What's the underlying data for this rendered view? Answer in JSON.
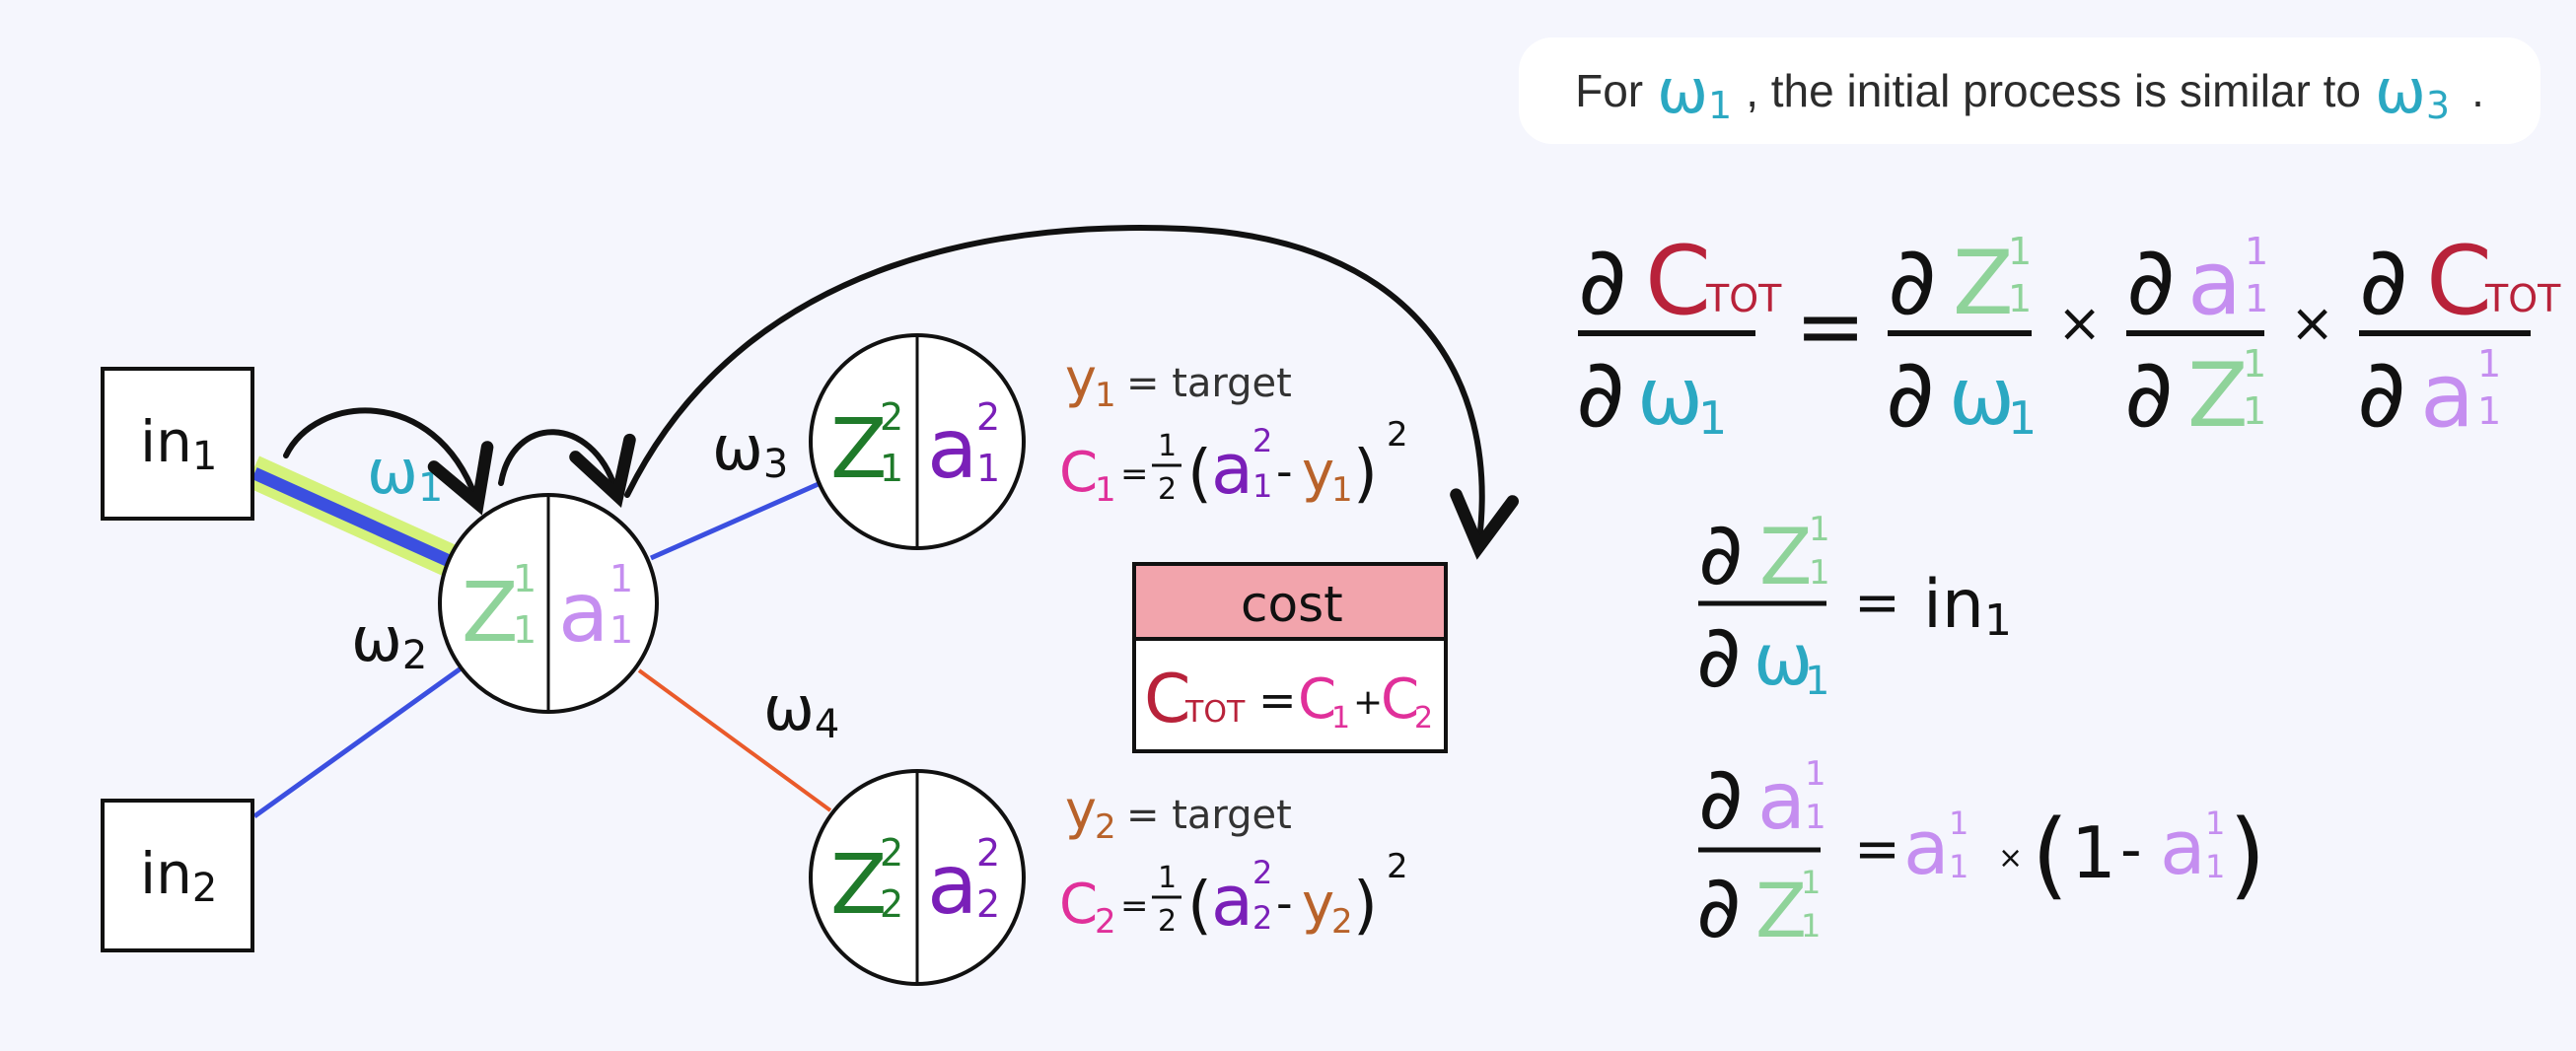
{
  "note": {
    "prefix": "For",
    "w1_base": "ω",
    "w1_sub": "1",
    "middle": ", the initial process is similar to",
    "w3_base": "ω",
    "w3_sub": "3",
    "end": "."
  },
  "network": {
    "inputs": [
      {
        "base": "in",
        "sub": "1"
      },
      {
        "base": "in",
        "sub": "2"
      }
    ],
    "weights": {
      "w1": {
        "base": "ω",
        "sub": "1"
      },
      "w2": {
        "base": "ω",
        "sub": "2"
      },
      "w3": {
        "base": "ω",
        "sub": "3"
      },
      "w4": {
        "base": "ω",
        "sub": "4"
      }
    },
    "hidden": {
      "z": "Z",
      "z_sup": "1",
      "z_sub": "1",
      "a": "a",
      "a_sup": "1",
      "a_sub": "1"
    },
    "out1": {
      "z": "Z",
      "z_sup": "2",
      "z_sub": "1",
      "a": "a",
      "a_sup": "2",
      "a_sub": "1"
    },
    "out2": {
      "z": "Z",
      "z_sup": "2",
      "z_sub": "2",
      "a": "a",
      "a_sup": "2",
      "a_sub": "2"
    }
  },
  "targets": [
    {
      "y": "y",
      "y_sub": "1",
      "eq": "= target",
      "c": "C",
      "c_sub": "1",
      "eq2": "=",
      "half_num": "1",
      "half_den": "2",
      "lp": "(",
      "a": "a",
      "a_sup": "2",
      "a_sub": "1",
      "minus": "-",
      "ty": "y",
      "ty_sub": "1",
      "rp": ")",
      "pow": "2"
    },
    {
      "y": "y",
      "y_sub": "2",
      "eq": "= target",
      "c": "C",
      "c_sub": "2",
      "eq2": "=",
      "half_num": "1",
      "half_den": "2",
      "lp": "(",
      "a": "a",
      "a_sup": "2",
      "a_sub": "2",
      "minus": "-",
      "ty": "y",
      "ty_sub": "2",
      "rp": ")",
      "pow": "2"
    }
  ],
  "cost": {
    "title": "cost",
    "ctot": "C",
    "ctot_sub": "TOT",
    "eq": "=",
    "c1": "C",
    "c1_sub": "1",
    "plus": "+",
    "c2": "C",
    "c2_sub": "2"
  },
  "equations": {
    "partial": "∂",
    "times": "×",
    "equals": "=",
    "main": {
      "lhs_num": {
        "base": "C",
        "sub": "TOT"
      },
      "lhs_den": {
        "base": "ω",
        "sub": "1"
      },
      "t1_num": {
        "base": "Z",
        "sup": "1",
        "sub": "1"
      },
      "t1_den": {
        "base": "ω",
        "sub": "1"
      },
      "t2_num": {
        "base": "a",
        "sup": "1",
        "sub": "1"
      },
      "t2_den": {
        "base": "Z",
        "sup": "1",
        "sub": "1"
      },
      "t3_num": {
        "base": "C",
        "sub": "TOT"
      },
      "t3_den": {
        "base": "a",
        "sup": "1",
        "sub": "1"
      }
    },
    "eq2": {
      "num": {
        "base": "Z",
        "sup": "1",
        "sub": "1"
      },
      "den": {
        "base": "ω",
        "sub": "1"
      },
      "rhs": {
        "base": "in",
        "sub": "1"
      }
    },
    "eq3": {
      "num": {
        "base": "a",
        "sup": "1",
        "sub": "1"
      },
      "den": {
        "base": "Z",
        "sup": "1",
        "sub": "1"
      },
      "rhs_a": {
        "base": "a",
        "sup": "1",
        "sub": "1"
      },
      "dot": "×",
      "lp": "(",
      "one": "1",
      "minus": "-",
      "rhs_a2": {
        "base": "a",
        "sup": "1",
        "sub": "1"
      },
      "rp": ")"
    }
  },
  "colors": {
    "background": "#f5f6fd",
    "omega": "#2ba8c2",
    "z_hidden": "#8fd39a",
    "a_hidden": "#c58ef0",
    "z_output": "#1f7a2a",
    "a_output": "#7a1fb8",
    "ctot": "#b8223a",
    "c_small": "#e0309a",
    "y_target": "#b8622a",
    "blue_edge": "#3b4fe0",
    "orange_edge": "#ea5a2a",
    "highlight": "#d4f27a",
    "cost_header": "#f2a4ac"
  }
}
